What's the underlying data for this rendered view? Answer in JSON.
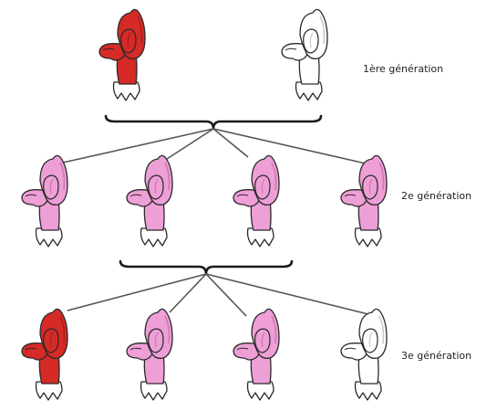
{
  "colors": {
    "red": "#d62a26",
    "red_dark": "#a51c1a",
    "pink": "#ee9fd6",
    "pink_dark": "#c56fae",
    "white": "#ffffff",
    "outline": "#2a2a2a",
    "line": "#555555",
    "brace": "#1a1a1a"
  },
  "generations": [
    {
      "label": "1ère génération",
      "flowers": [
        {
          "color": "red"
        },
        {
          "color": "white"
        }
      ]
    },
    {
      "label": "2e génération",
      "flowers": [
        {
          "color": "pink"
        },
        {
          "color": "pink"
        },
        {
          "color": "pink"
        },
        {
          "color": "pink"
        }
      ]
    },
    {
      "label": "3e génération",
      "flowers": [
        {
          "color": "red"
        },
        {
          "color": "pink"
        },
        {
          "color": "pink"
        },
        {
          "color": "white"
        }
      ]
    }
  ]
}
